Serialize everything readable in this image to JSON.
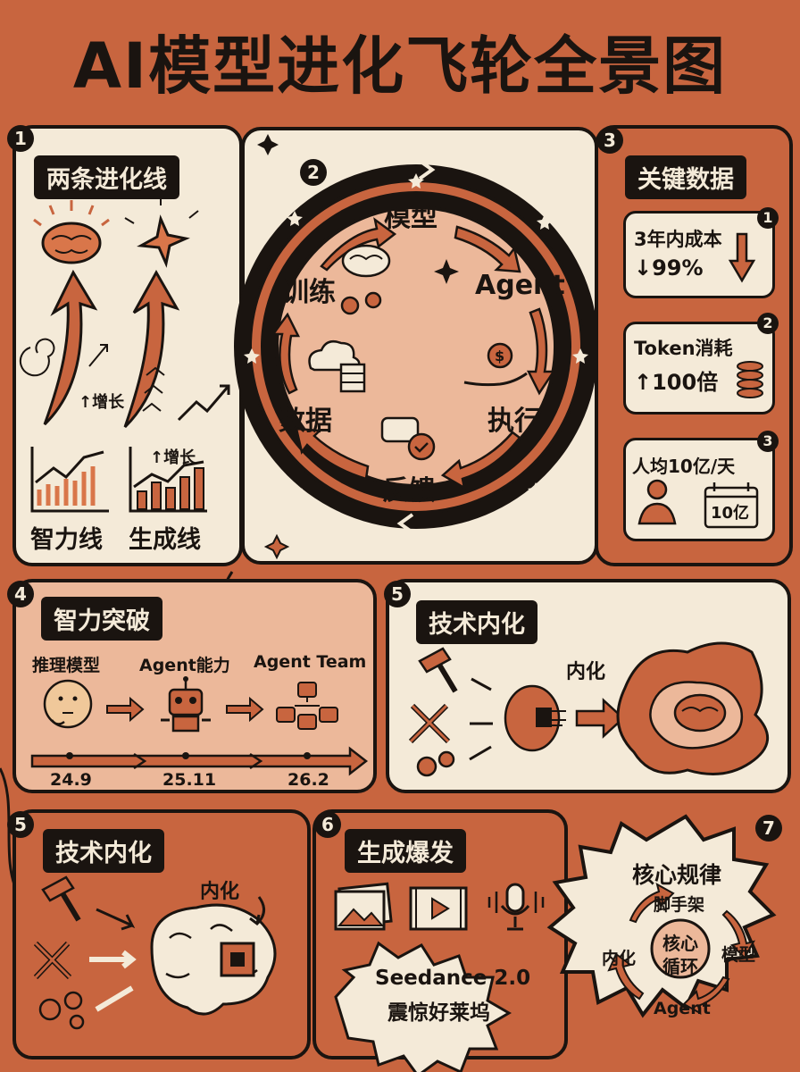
{
  "title": "AI模型进化飞轮全景图",
  "colors": {
    "rust": "#c8653f",
    "cream": "#f4ead8",
    "ink": "#1a1410",
    "peach": "#ecb89a"
  },
  "p1": {
    "num": "1",
    "title": "两条进化线",
    "growth1": "↑增长",
    "growth2": "↑增长",
    "line_a": "智力线",
    "line_b": "生成线"
  },
  "p2": {
    "num": "2",
    "nodes": {
      "model": "模型",
      "agent": "Agent",
      "execute": "执行",
      "feedback": "反馈",
      "data": "数据",
      "train": "训练"
    }
  },
  "p3": {
    "num": "3",
    "title": "关键数据",
    "items": [
      {
        "num": "1",
        "line1": "3年内成本",
        "line2": "↓99%"
      },
      {
        "num": "2",
        "line1": "Token消耗",
        "line2": "↑100倍"
      },
      {
        "num": "3",
        "line1": "人均10亿/天",
        "badge": "10亿"
      }
    ]
  },
  "p4": {
    "num": "4",
    "title": "智力突破",
    "stages": [
      {
        "label": "推理模型",
        "date": "24.9"
      },
      {
        "label": "Agent能力",
        "date": "25.11"
      },
      {
        "label": "Agent Team",
        "date": "26.2"
      }
    ]
  },
  "p5a": {
    "num": "5",
    "title": "技术内化",
    "label": "内化"
  },
  "p5b": {
    "num": "5",
    "title": "技术内化",
    "label": "内化"
  },
  "p6": {
    "num": "6",
    "title": "生成爆发",
    "headline1": "Seedance 2.0",
    "headline2": "震惊好莱坞"
  },
  "p7": {
    "num": "7",
    "title": "核心规律",
    "center1": "核心",
    "center2": "循环",
    "top": "脚手架",
    "right": "模型",
    "bottom": "Agent",
    "left": "内化"
  }
}
